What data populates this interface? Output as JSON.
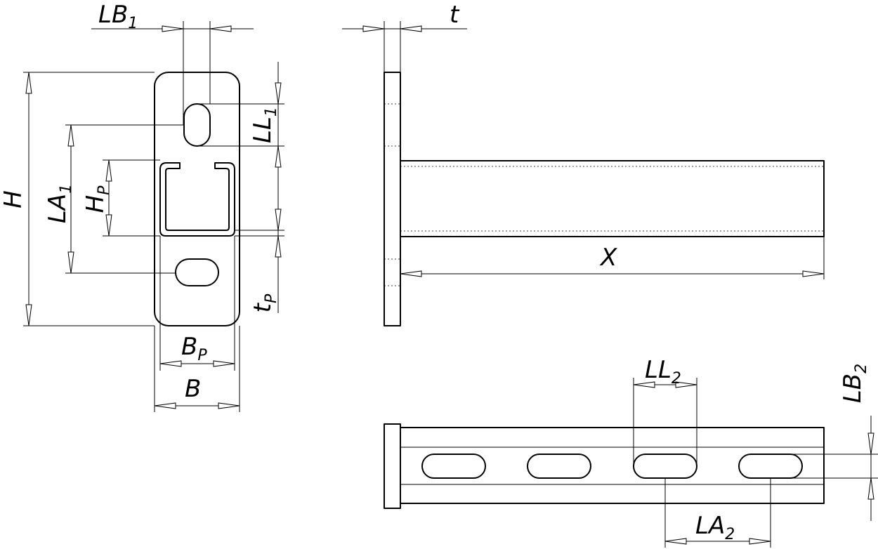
{
  "labels": {
    "lb1": {
      "main": "LB",
      "sub": "1"
    },
    "ll1": {
      "main": "LL",
      "sub": "1"
    },
    "h": {
      "main": "H",
      "sub": ""
    },
    "la1": {
      "main": "LA",
      "sub": "1"
    },
    "hp": {
      "main": "H",
      "sub": "P"
    },
    "tp": {
      "main": "t",
      "sub": "P"
    },
    "bp": {
      "main": "B",
      "sub": "P"
    },
    "b": {
      "main": "B",
      "sub": ""
    },
    "t": {
      "main": "t",
      "sub": ""
    },
    "x": {
      "main": "X",
      "sub": ""
    },
    "ll2": {
      "main": "LL",
      "sub": "2"
    },
    "lb2": {
      "main": "LB",
      "sub": "2"
    },
    "la2": {
      "main": "LA",
      "sub": "2"
    }
  }
}
